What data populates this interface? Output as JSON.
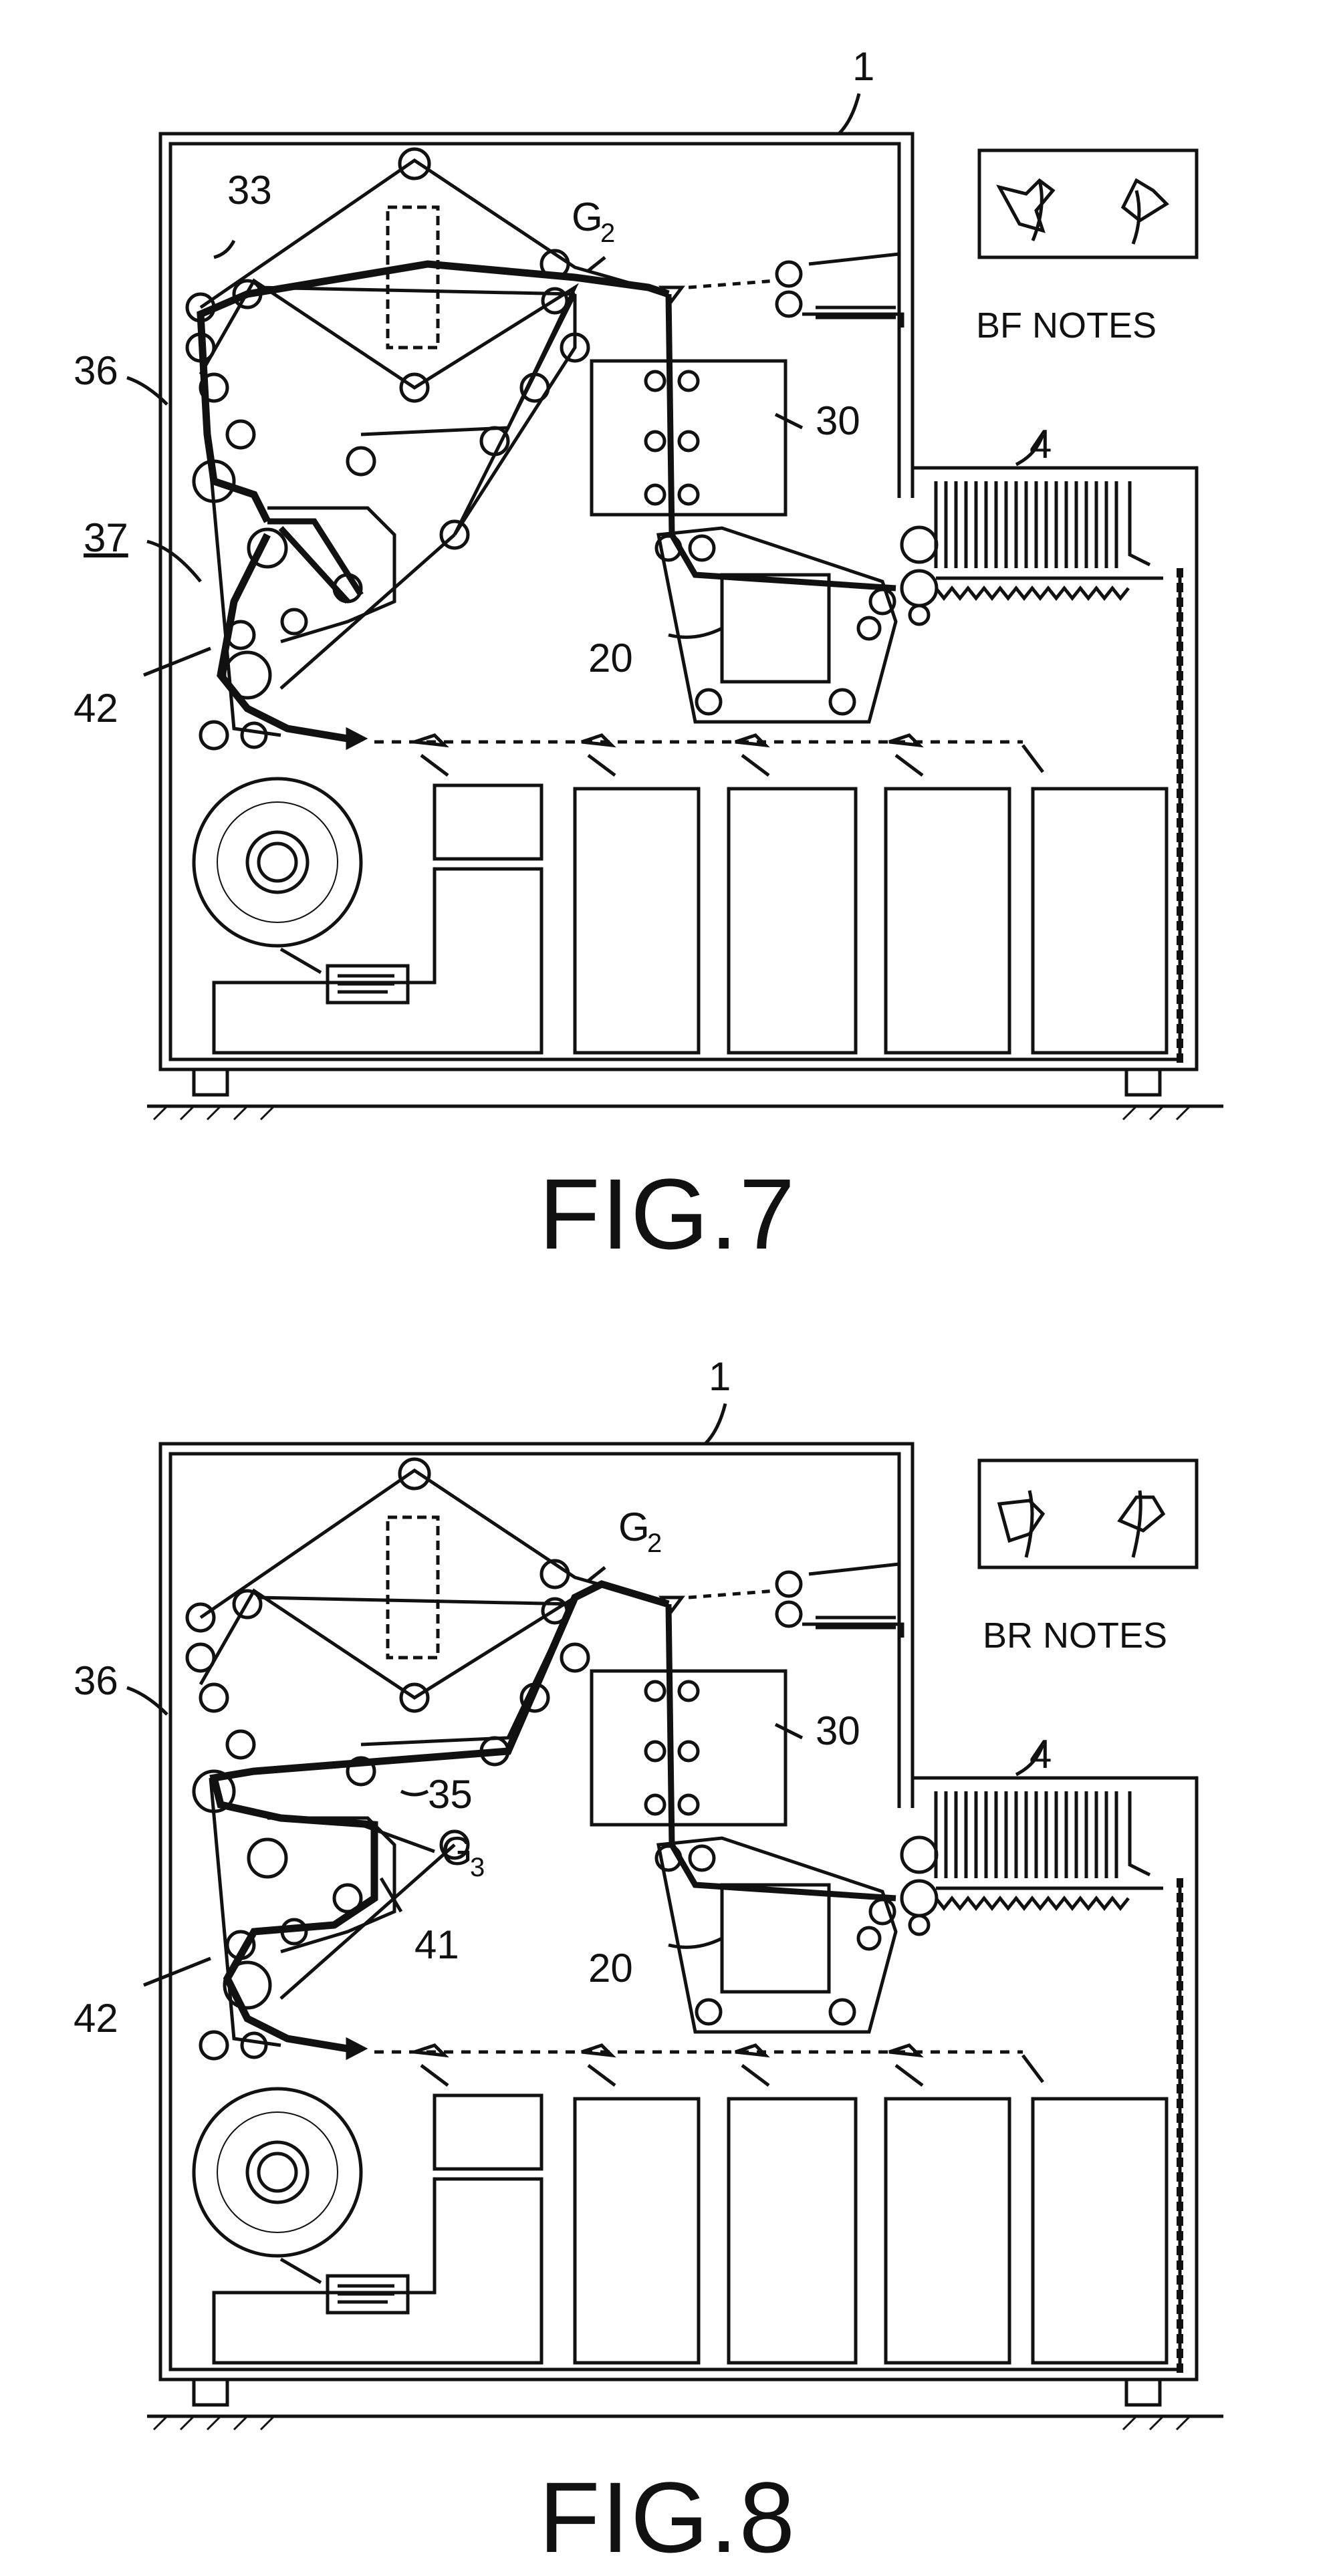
{
  "figures": [
    {
      "caption": "FIG.7",
      "notes_label": "BF NOTES",
      "labels": {
        "machine": "1",
        "inlet": "4",
        "section_top": "33",
        "gate": "G",
        "gate_sub": "2",
        "left_path": "36",
        "reverser": "37",
        "block": "30",
        "transport": "20",
        "outlet_path": "42"
      }
    },
    {
      "caption": "FIG.8",
      "notes_label": "BR NOTES",
      "labels": {
        "machine": "1",
        "inlet": "4",
        "gate": "G",
        "gate_sub": "2",
        "left_path": "36",
        "block": "30",
        "belt": "35",
        "gate3": "G",
        "gate3_sub": "3",
        "guide": "41",
        "transport": "20",
        "outlet_path": "42"
      }
    }
  ]
}
